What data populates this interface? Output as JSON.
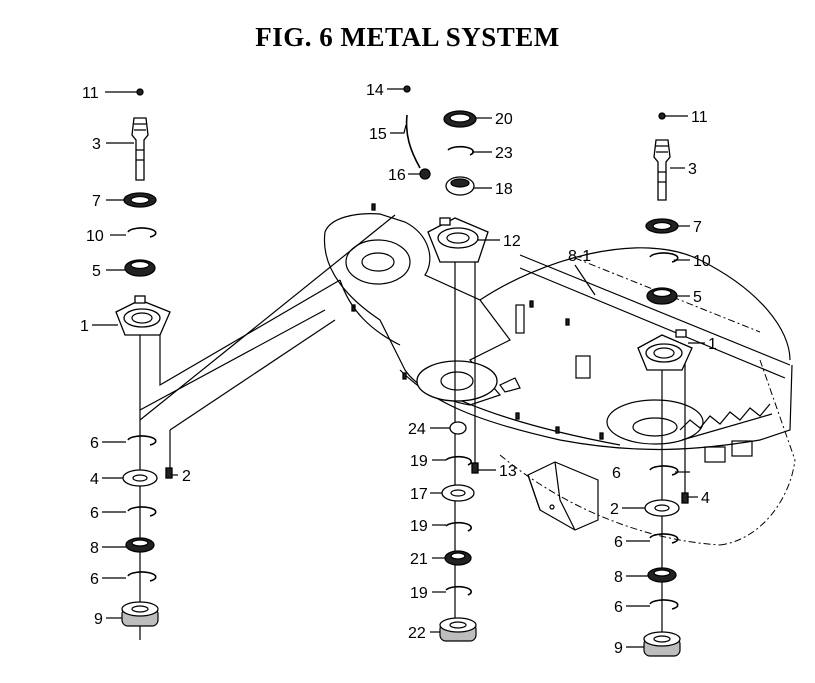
{
  "title": "FIG. 6  METAL SYSTEM",
  "callouts": [
    {
      "id": "11-left",
      "label": "11"
    },
    {
      "id": "3-left",
      "label": "3"
    },
    {
      "id": "7-left",
      "label": "7"
    },
    {
      "id": "10-left",
      "label": "10"
    },
    {
      "id": "5-left",
      "label": "5"
    },
    {
      "id": "1-left",
      "label": "1"
    },
    {
      "id": "6-left-a",
      "label": "6"
    },
    {
      "id": "4-left",
      "label": "4"
    },
    {
      "id": "2-left",
      "label": "2"
    },
    {
      "id": "6-left-b",
      "label": "6"
    },
    {
      "id": "8-left",
      "label": "8"
    },
    {
      "id": "6-left-c",
      "label": "6"
    },
    {
      "id": "9-left",
      "label": "9"
    },
    {
      "id": "14",
      "label": "14"
    },
    {
      "id": "15",
      "label": "15"
    },
    {
      "id": "16",
      "label": "16"
    },
    {
      "id": "20",
      "label": "20"
    },
    {
      "id": "23",
      "label": "23"
    },
    {
      "id": "18",
      "label": "18"
    },
    {
      "id": "12",
      "label": "12"
    },
    {
      "id": "8-1",
      "label": "8-1"
    },
    {
      "id": "24",
      "label": "24"
    },
    {
      "id": "19-a",
      "label": "19"
    },
    {
      "id": "13",
      "label": "13"
    },
    {
      "id": "17",
      "label": "17"
    },
    {
      "id": "19-b",
      "label": "19"
    },
    {
      "id": "21",
      "label": "21"
    },
    {
      "id": "19-c",
      "label": "19"
    },
    {
      "id": "22",
      "label": "22"
    },
    {
      "id": "11-right",
      "label": "11"
    },
    {
      "id": "3-right",
      "label": "3"
    },
    {
      "id": "7-right",
      "label": "7"
    },
    {
      "id": "10-right",
      "label": "10"
    },
    {
      "id": "5-right",
      "label": "5"
    },
    {
      "id": "1-right",
      "label": "1"
    },
    {
      "id": "6-right-a",
      "label": "6"
    },
    {
      "id": "4-right",
      "label": "4"
    },
    {
      "id": "2-right",
      "label": "2"
    },
    {
      "id": "6-right-b",
      "label": "6"
    },
    {
      "id": "8-right",
      "label": "8"
    },
    {
      "id": "6-right-c",
      "label": "6"
    },
    {
      "id": "9-right",
      "label": "9"
    }
  ]
}
